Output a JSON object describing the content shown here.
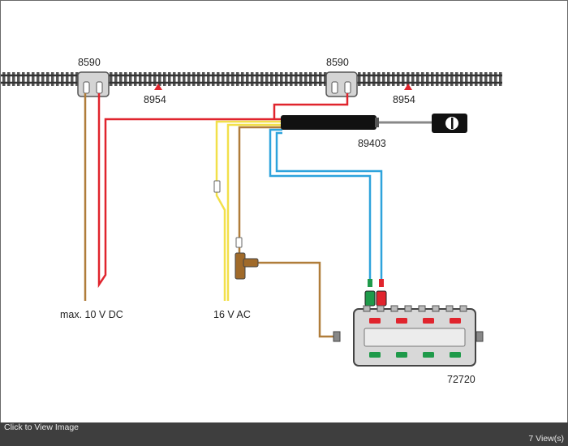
{
  "diagram": {
    "labels": {
      "decoupler_left": "8590",
      "decoupler_right": "8590",
      "signal_left": "8954",
      "signal_right": "8954",
      "uncoupler_motor": "89403",
      "power_dc": "max. 10 V DC",
      "power_ac": "16 V AC",
      "control_box": "72720"
    },
    "colors": {
      "brown": "#b07d3a",
      "red": "#e0242d",
      "yellow": "#f2e04a",
      "blue": "#2ea3dc",
      "green": "#1f9a4a",
      "track": "#333333"
    }
  },
  "footer": {
    "link_text": "Click to View Image",
    "views_text": "7 View(s)"
  }
}
